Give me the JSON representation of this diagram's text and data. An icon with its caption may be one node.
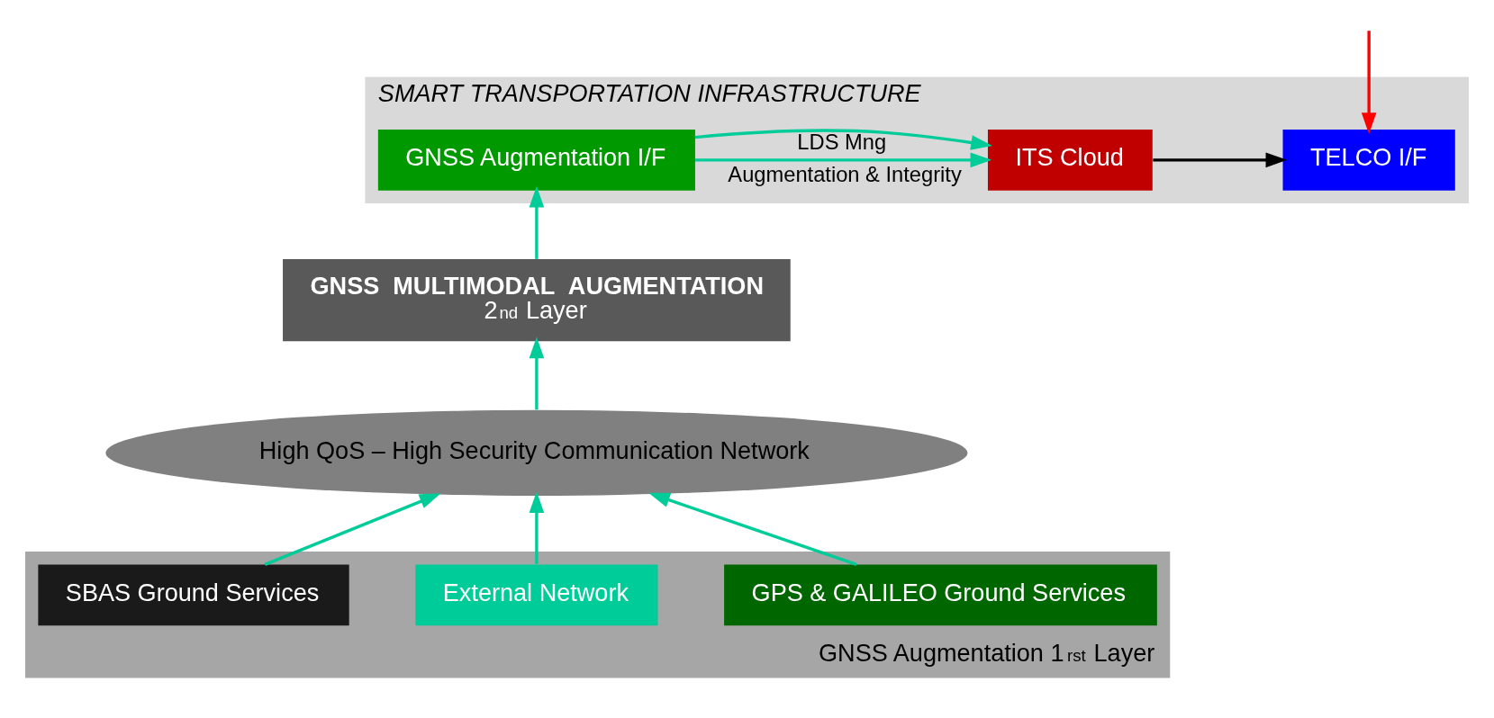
{
  "diagram": {
    "nodes": [
      {
        "text": [
          "SMART TRANSPORTATION INFRASTRUCTURE"
        ]
      },
      {
        "text": [
          "GNSS Augmentation I/F"
        ],
        "in": 0
      },
      {
        "text": [
          "ITS Cloud"
        ],
        "in": 0
      },
      {
        "text": [
          "TELCO I/F"
        ],
        "in": 0
      },
      {
        "text": [
          "GNSS  MULTIMODAL  AUGMENTATION",
          "2$^{nd}$ Layer"
        ]
      },
      {
        "text": [
          "High QoS – High Security Communication Network"
        ]
      },
      {
        "text": [
          "GNSS Augmentation 1$^{rst}$ Layer"
        ]
      },
      {
        "text": [
          "SBAS Ground Services"
        ],
        "in": 6
      },
      {
        "text": [
          "External Network"
        ],
        "in": 6
      },
      {
        "text": [
          "GPS & GALILEO Ground Services"
        ],
        "in": 6
      }
    ],
    "edges": [
      {
        "from": 1,
        "to": 2,
        "arrow": "to",
        "label": "LDS Mng"
      },
      {
        "from": 1,
        "to": 2,
        "arrow": "to",
        "label": "Augmentation & Integrity"
      },
      {
        "from": 2,
        "to": 3,
        "arrow": "to",
        "color": "#000000"
      },
      {
        "from": null,
        "to": 3,
        "arrow": "to",
        "color": "#ff0000"
      },
      {
        "from": 4,
        "to": 1,
        "arrow": "to"
      },
      {
        "from": 5,
        "to": 4,
        "arrow": "to"
      },
      {
        "from": 7,
        "to": 5,
        "arrow": "to"
      },
      {
        "from": 8,
        "to": 5,
        "arrow": "to"
      },
      {
        "from": 9,
        "to": 5,
        "arrow": "to"
      }
    ]
  }
}
